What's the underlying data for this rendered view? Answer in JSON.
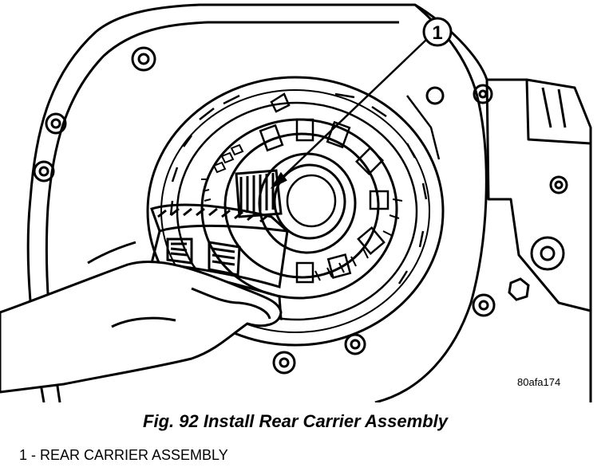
{
  "figure": {
    "callout_number": "1",
    "figure_code": "80afa174",
    "caption": "Fig. 92 Install Rear Carrier Assembly",
    "legend": [
      "1 - REAR CARRIER ASSEMBLY"
    ]
  },
  "colors": {
    "ink": "#000000",
    "paper": "#ffffff"
  }
}
